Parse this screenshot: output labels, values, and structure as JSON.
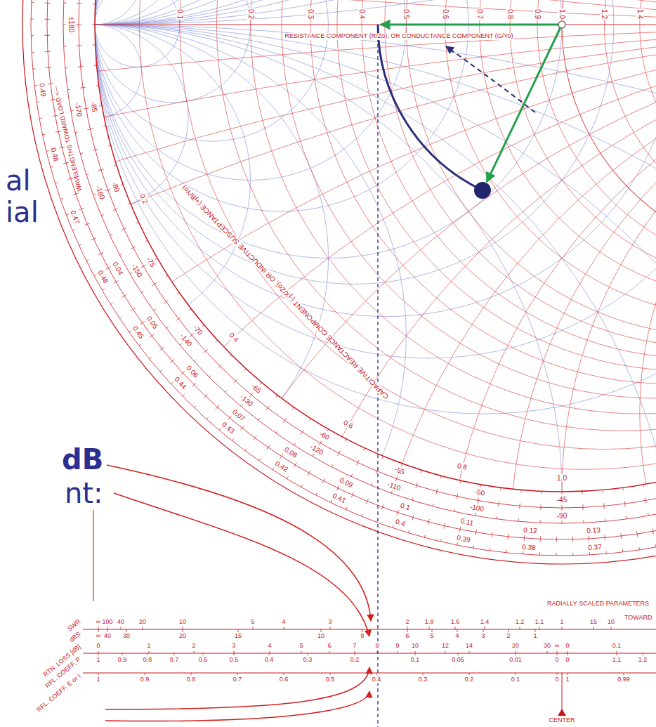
{
  "diagram": {
    "labels": [
      "al",
      "ial",
      "dB",
      "nt:",
      "RESISTANCE COMPONENT (R/Zo), OR CONDUCTANCE COMPONENT (G/Yo)",
      "0.1",
      "0.2",
      "0.3",
      "0.4",
      "0.5",
      "0.6",
      "0.7",
      "0.8",
      "0.9",
      "1.0",
      "1.2",
      "1.4",
      "0.2",
      "0.4",
      "0.6",
      "0.8",
      "1.0",
      "CAPACITIVE REACTANCE COMPONENT (-jX/Zo), OR INDUCTIVE SUSCEPTANCE (+jB/Yo)",
      "0.49",
      "0.48",
      "0.47",
      "0.46",
      "0.45",
      "0.44",
      "0.43",
      "0.42",
      "0.41",
      "0.4",
      "0.39",
      "0.38",
      "0.37",
      "0.04",
      "0.05",
      "0.06",
      "0.07",
      "0.08",
      "0.09",
      "0.1",
      "0.11",
      "0.12",
      "0.13",
      "WAVELENGTHS TOWARD LOAD <—",
      "±180",
      "-170",
      "-160",
      "-150",
      "-140",
      "-130",
      "-120",
      "-110",
      "-100",
      "-90",
      "-85",
      "-80",
      "-75",
      "-70",
      "-65",
      "-60",
      "-55",
      "-50",
      "-45",
      "RADIALLY SCALED PARAMETERS",
      "TOWARD",
      "CENTER",
      "SWR",
      "dBS",
      "RTN. LOSS [dB]",
      "RFL. COEFF, P",
      "RFL. COEFF, E or I",
      "∞",
      "100",
      "40",
      "20",
      "10",
      "5",
      "4",
      "3",
      "2",
      "1.8",
      "1.6",
      "1.4",
      "1.2",
      "1.1",
      "1",
      "15",
      "10",
      "∞",
      "40",
      "30",
      "20",
      "15",
      "10",
      "8",
      "6",
      "5",
      "4",
      "3",
      "2",
      "1",
      "0",
      "1",
      "2",
      "3",
      "4",
      "5",
      "6",
      "7",
      "8",
      "9",
      "10",
      "12",
      "14",
      "20",
      "30",
      "∞",
      "0",
      "0.1",
      "1",
      "0.9",
      "0.8",
      "0.7",
      "0.6",
      "0.5",
      "0.4",
      "0.3",
      "0.2",
      "0.1",
      "0.05",
      "0.01",
      "0",
      "0",
      "1.1",
      "1.2",
      "1",
      "0.9",
      "0.8",
      "0.7",
      "0.6",
      "0.5",
      "0.4",
      "0.3",
      "0.2",
      "0.1",
      "0",
      "1",
      "0.99"
    ]
  }
}
